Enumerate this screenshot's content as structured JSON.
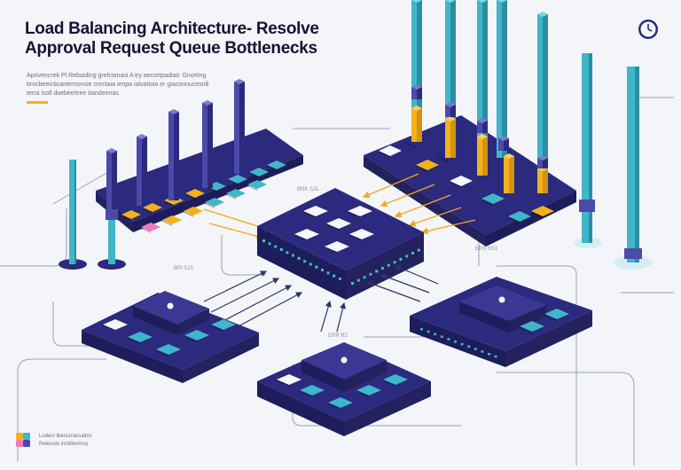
{
  "header": {
    "title_line1": "Load Balancing Architecture- Resolve",
    "title_line2": "Approval Request Queue Bottlenecks",
    "subtitle_lines": [
      "Aprivencrek Pl Rebaiding grelctanasi A try aecortpadiaic Gnorting",
      "brocbeeicticantemonsie crectaia ienpa ialvatioia er giaconnucesrdi",
      "terra isoll doebeeitrire bandeenas"
    ]
  },
  "diagram_labels": {
    "top_mid": "BRK SJ1",
    "right_mid": "ERS SS1",
    "left_mid": "BRI SJ1",
    "bottom_mid": "ERR R2"
  },
  "legend": {
    "line1": "Lodecl Iberssnarsalnic",
    "line2": "Relesvlo inntblormsy"
  },
  "colors": {
    "navy": "#2b2a7e",
    "navy_dark": "#1e1d5c",
    "indigo": "#4c4aa8",
    "teal": "#3fb6c9",
    "yellow": "#f2b21c",
    "pink": "#f07ab8",
    "white_tile": "#f6f6fb",
    "led_green": "#3ad4a0",
    "arrow": "#f0a820",
    "line": "#3a3f6b"
  },
  "icons": [
    "clock-icon",
    "legend-icon"
  ]
}
